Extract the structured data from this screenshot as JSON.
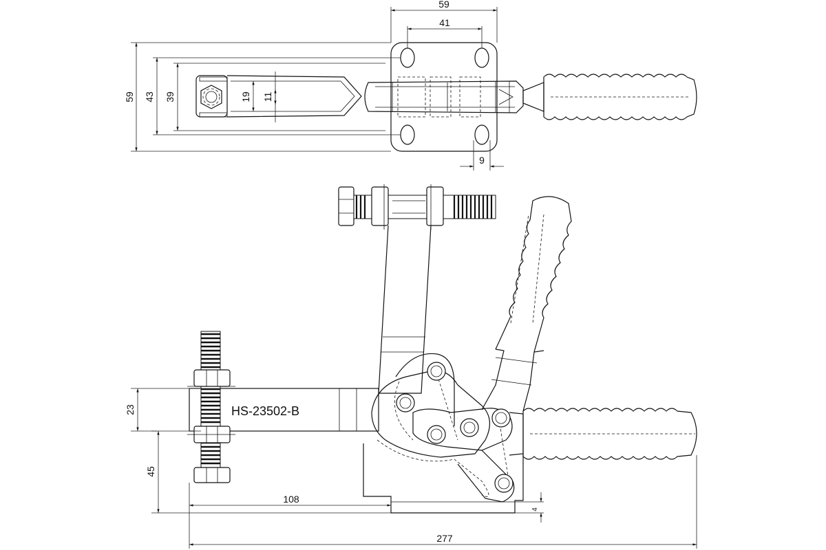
{
  "model_label": "HS-23502-B",
  "dimensions": {
    "top_width_overall": "59",
    "top_hole_spacing": "41",
    "top_overall_height": "59",
    "top_height_43": "43",
    "top_height_39": "39",
    "top_slot_19": "19",
    "top_slot_11": "11",
    "top_offset_9": "9",
    "side_arm_height": "23",
    "side_spindle_height": "45",
    "side_reach": "108",
    "side_base_thickness": "4",
    "side_overall_length": "277"
  }
}
